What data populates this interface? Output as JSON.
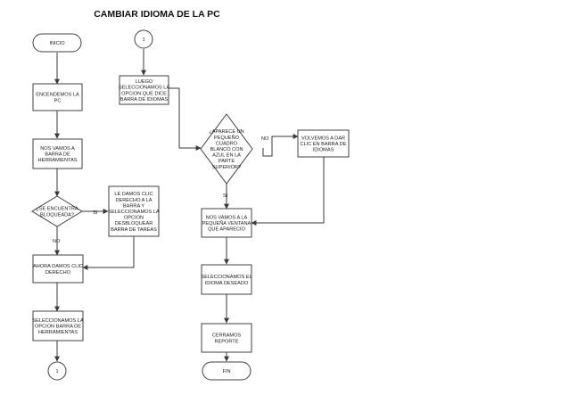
{
  "title": "CAMBIAR IDIOMA DE LA PC",
  "nodes": {
    "inicio": [
      "INICIO"
    ],
    "connector_top": [
      "1"
    ],
    "encendemos": [
      "ENCENDEMOS LA",
      "PC"
    ],
    "luego": [
      "LUEGO",
      "SELECCIONAMOS LA",
      "OPCION QUE DICE",
      "BARRA DE IDIOMAS"
    ],
    "nos_vamos_barra": [
      "NOS VAMOS A",
      "BARRA DE",
      "HERRAMIENTAS"
    ],
    "aparece": [
      "¿APARECE UN",
      "PEQUEÑO",
      "CUADRO",
      "BLANCO CON",
      "AZUL EN LA",
      "PARTE",
      "SUPERIOR?"
    ],
    "volvemos": [
      "VOLVEMOS A DAR",
      "CLIC EN BARRA DE",
      "IDIOMAS"
    ],
    "bloqueada": [
      "¿SE ENCUENTRA",
      "BLOQUEADA?"
    ],
    "desbloquear": [
      "LE DAMOS CLIC",
      "DERECHO A LA",
      "BARRA Y",
      "SELECCIONAMOS LA",
      "OPCION",
      "DESBLOQUEAR",
      "BARRA DE TAREAS"
    ],
    "nos_vamos_ventana": [
      "NOS VAMOS A LA",
      "PEQUEÑA VENTANA",
      "QUE APARECIO"
    ],
    "clic_derecho": [
      "AHORA DAMOS CLIC",
      "DERECHO"
    ],
    "idioma": [
      "SELECCIONAMOS EL",
      "IDIOMA DESEADO"
    ],
    "seleccionamos_opcion": [
      "SELECCIONAMOS LA",
      "OPCION BARRA DE",
      "HERRAMIENTAS"
    ],
    "cerramos": [
      "CERRAMOS",
      "REPORTE"
    ],
    "connector_bottom": [
      "1"
    ],
    "fin": [
      "FIN"
    ]
  },
  "edge_labels": {
    "si_bloqueada": "SI",
    "no_bloqueada": "NO",
    "no_aparece": "NO",
    "si_aparece": "SI"
  }
}
